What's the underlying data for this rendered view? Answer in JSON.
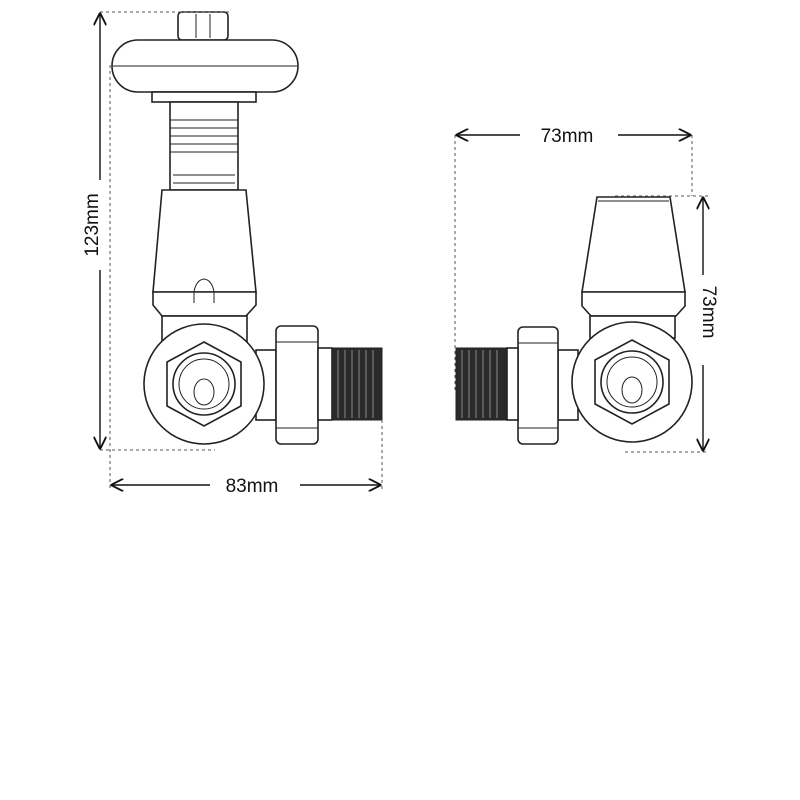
{
  "dimensions": {
    "left_height": "123mm",
    "left_width": "83mm",
    "right_width": "73mm",
    "right_height": "73mm"
  },
  "colors": {
    "line": "#222222",
    "background": "#ffffff"
  }
}
